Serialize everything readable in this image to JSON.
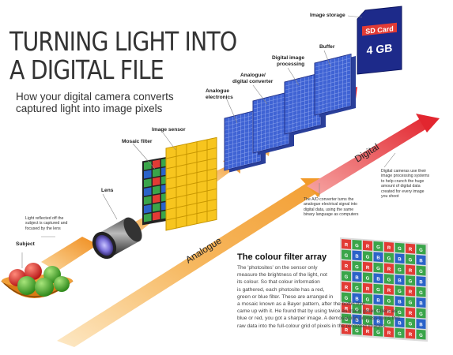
{
  "title": {
    "line1": "TURNING LIGHT INTO",
    "line2": "A DIGITAL FILE",
    "subtitle_line1": "How your digital camera converts",
    "subtitle_line2": "captured light into image pixels"
  },
  "labels": {
    "subject": "Subject",
    "lens": "Lens",
    "mosaic_filter": "Mosaic filter",
    "image_sensor": "Image sensor",
    "analogue_electronics_1": "Analogue",
    "analogue_electronics_2": "electronics",
    "converter_1": "Analogue/",
    "converter_2": "digital converter",
    "processing_1": "Digital image",
    "processing_2": "processing",
    "buffer": "Buffer",
    "image_storage": "Image storage",
    "analogue_arrow": "Analogue",
    "digital_arrow": "Digital"
  },
  "sd_card": {
    "brand": "SD Card",
    "capacity": "4 GB"
  },
  "notes": {
    "light_reflected": [
      "Light reflected off the",
      "subject is captured and",
      "focused by the lens"
    ],
    "ad_converter": [
      "The A/D converter turns the",
      "analogue electrical signal into",
      "digital data, using the same",
      "binary language as computers"
    ],
    "digital_cameras": [
      "Digital cameras use their",
      "image processing systems",
      "to help crunch the huge",
      "amount of digital data",
      "created for every image",
      "you shoot"
    ]
  },
  "colour_filter_array": {
    "heading": "The colour filter array",
    "body_lines": [
      "The 'photosites' on the sensor only",
      "measure the brightness of the light, not",
      "its colour. So that colour information",
      "is gathered, each photosite has a red,",
      "green or blue filter. These are arranged in",
      "a mosaic known as a Bayer pattern, after the boffin that",
      "came up with it. He found that by using twice as many green filters as",
      "blue or red, you got a sharper image. A demosaicing process turns this",
      "raw data into the full-colour grid of pixels in the recorded images."
    ],
    "grid_letter_red": "R",
    "grid_letter_green": "G",
    "grid_letter_blue": "B"
  },
  "colors": {
    "analogue_arrow": "#f0a83a",
    "digital_arrow": "#e8424a",
    "panel_blue": "#3a5fd0",
    "sensor_yellow": "#f7c51e",
    "filter_red": "#e23b35",
    "filter_green": "#3aa54a",
    "filter_blue": "#2b63c9"
  }
}
